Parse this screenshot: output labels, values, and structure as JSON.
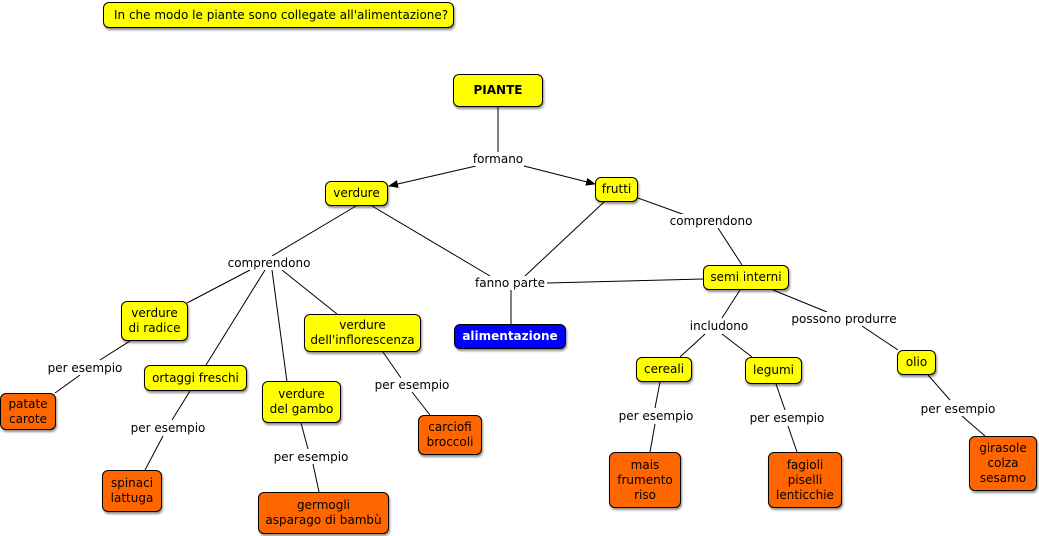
{
  "question": "In che modo le piante sono collegate all'alimentazione?",
  "nodes": {
    "piante": "PIANTE",
    "verdure": "verdure",
    "frutti": "frutti",
    "alimentazione": "alimentazione",
    "semi_interni": "semi interni",
    "verdure_radice": "verdure\ndi radice",
    "ortaggi_freschi": "ortaggi freschi",
    "verdure_gambo": "verdure\ndel gambo",
    "verdure_infiorescenza": "verdure\ndell'inflorescenza",
    "patate_carote": "patate\ncarote",
    "spinaci_lattuga": "spinaci\nlattuga",
    "germogli": "germogli\nasparago di bambù",
    "carciofi": "carciofi\nbroccoli",
    "cereali": "cereali",
    "legumi": "legumi",
    "olio": "olio",
    "mais": "mais\nfrumento\nriso",
    "fagioli": "fagioli\npiselli\nlenticchie",
    "girasole": "girasole\ncolza\nsesamo"
  },
  "links": {
    "formano": "formano",
    "comprendono_verdure": "comprendono",
    "comprendono_frutti": "comprendono",
    "fanno_parte": "fanno parte",
    "includono": "includono",
    "possono_produrre": "possono produrre",
    "per_esempio_radice": "per esempio",
    "per_esempio_ortaggi": "per esempio",
    "per_esempio_gambo": "per esempio",
    "per_esempio_inflorescenza": "per esempio",
    "per_esempio_cereali": "per esempio",
    "per_esempio_legumi": "per esempio",
    "per_esempio_olio": "per esempio"
  },
  "colors": {
    "concept": "#ffff00",
    "example": "#ff6600",
    "focus": "#0000ff",
    "line": "#000000"
  }
}
